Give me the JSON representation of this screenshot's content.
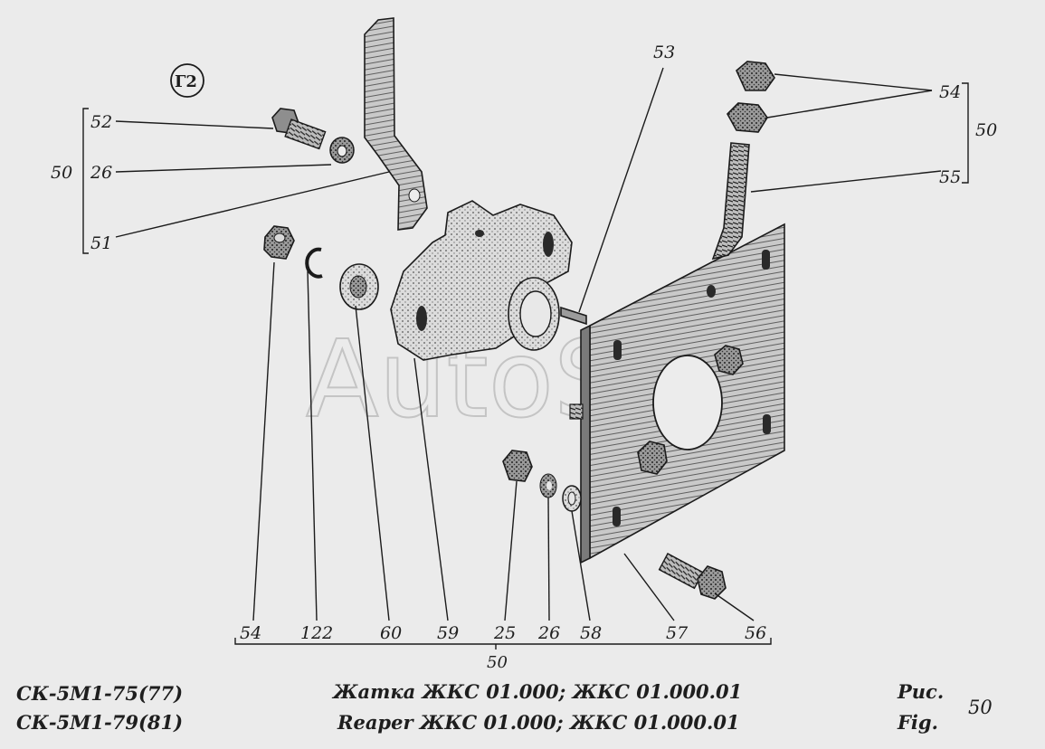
{
  "group_label": "Г2",
  "watermark": "AutoSoft",
  "callouts": {
    "c52": "52",
    "c26_left": "26",
    "c51": "51",
    "c50_left": "50",
    "c53": "53",
    "c54_right": "54",
    "c50_right": "50",
    "c55": "55",
    "b54": "54",
    "b122": "122",
    "b60": "60",
    "b59": "59",
    "b25": "25",
    "b26": "26",
    "b58": "58",
    "b57": "57",
    "b56": "56",
    "c50_bottom": "50"
  },
  "footer": {
    "model_line1": "СК-5М1-75(77)",
    "model_line2": "СК-5М1-79(81)",
    "title_ru": "Жатка ЖКС 01.000; ЖКС 01.000.01",
    "title_en": "Reaper ЖКС 01.000; ЖКС 01.000.01",
    "fig_ru": "Рис.",
    "fig_en": "Fig.",
    "fig_number": "50"
  }
}
